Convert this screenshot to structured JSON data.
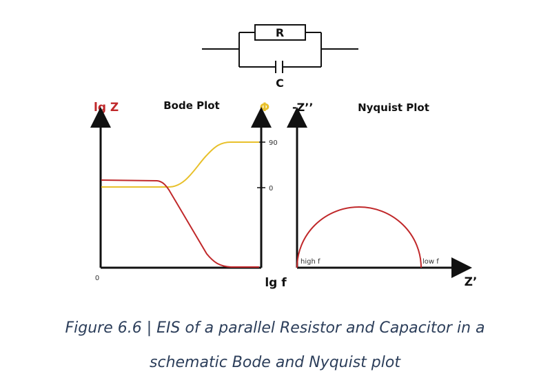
{
  "circuit": {
    "resistor_label": "R",
    "capacitor_label": "C"
  },
  "bode": {
    "title": "Bode Plot",
    "y_left_label": "lg Z",
    "y_right_label": "Φ",
    "x_label": "lg f",
    "origin_label": "0",
    "phase_ticks": [
      "90",
      "0"
    ],
    "colors": {
      "impedance": "#c0282a",
      "phase": "#e8c02a",
      "axes": "#111111"
    }
  },
  "nyquist": {
    "title": "Nyquist Plot",
    "y_label": "-Z’’",
    "x_label": "Z’",
    "high_f_label": "high f",
    "low_f_label": "low f",
    "colors": {
      "arc": "#c0282a"
    }
  },
  "caption": {
    "line1": "Figure 6.6 | EIS of a parallel Resistor and Capacitor in a",
    "line2": "schematic Bode and Nyquist plot"
  }
}
